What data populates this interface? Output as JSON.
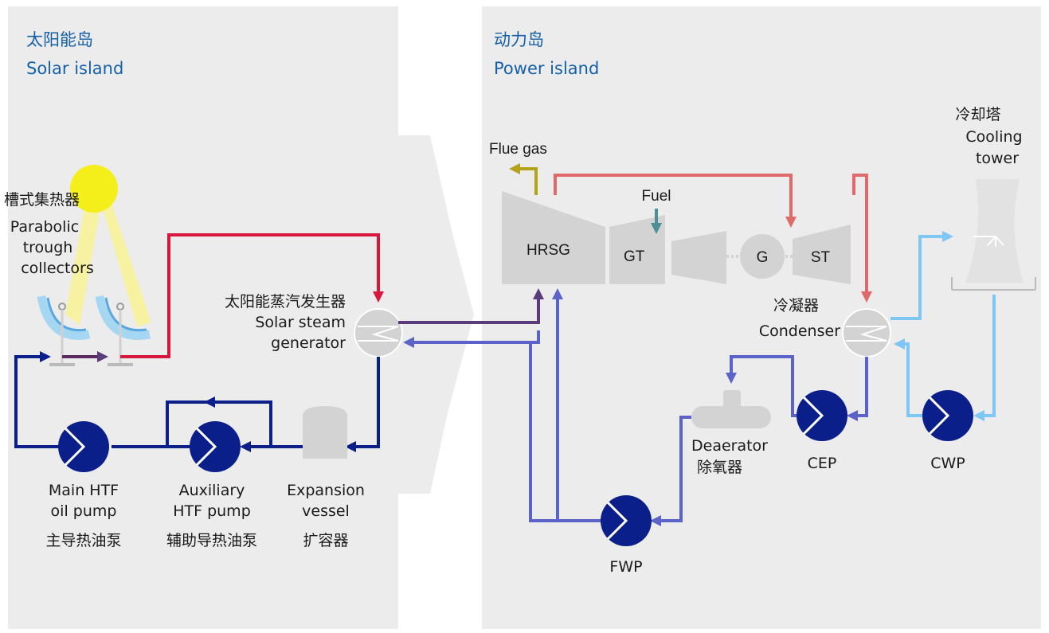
{
  "solar_island": {
    "title_cn": "太阳能岛",
    "title_en": "Solar island"
  },
  "power_island": {
    "title_cn": "动力岛",
    "title_en": "Power island"
  },
  "solar": {
    "collector_cn": "槽式集热器",
    "collector_en_1": "Parabolic",
    "collector_en_2": "trough",
    "collector_en_3": "collectors",
    "ssg_cn": "太阳能蒸汽发生器",
    "ssg_en_1": "Solar steam",
    "ssg_en_2": "generator",
    "main_pump_en_1": "Main HTF",
    "main_pump_en_2": "oil pump",
    "main_pump_cn": "主导热油泵",
    "aux_pump_en_1": "Auxiliary",
    "aux_pump_en_2": "HTF pump",
    "aux_pump_cn": "辅助导热油泵",
    "vessel_en_1": "Expansion",
    "vessel_en_2": "vessel",
    "vessel_cn": "扩容器"
  },
  "power": {
    "flue_gas": "Flue gas",
    "fuel": "Fuel",
    "hrsg": "HRSG",
    "gt": "GT",
    "g": "G",
    "st": "ST",
    "cooling_cn": "冷却塔",
    "cooling_en_1": "Cooling",
    "cooling_en_2": "tower",
    "condenser_cn": "冷凝器",
    "condenser_en": "Condenser",
    "deaerator_en": "Deaerator",
    "deaerator_cn": "除氧器",
    "cep": "CEP",
    "cwp": "CWP",
    "fwp": "FWP"
  },
  "colors": {
    "panel": "#ececec",
    "component": "#d3d3d3",
    "htf_dark": "#0b1f8a",
    "hot_red": "#d8173c",
    "purple": "#5a3c7a",
    "steam_red": "#e06a6a",
    "feed_blue": "#5b63c8",
    "cool_blue": "#7ec6f4",
    "flue": "#b3a318",
    "fuel": "#4d8f95",
    "sun": "#f4ef1a",
    "title": "#1560a8"
  }
}
